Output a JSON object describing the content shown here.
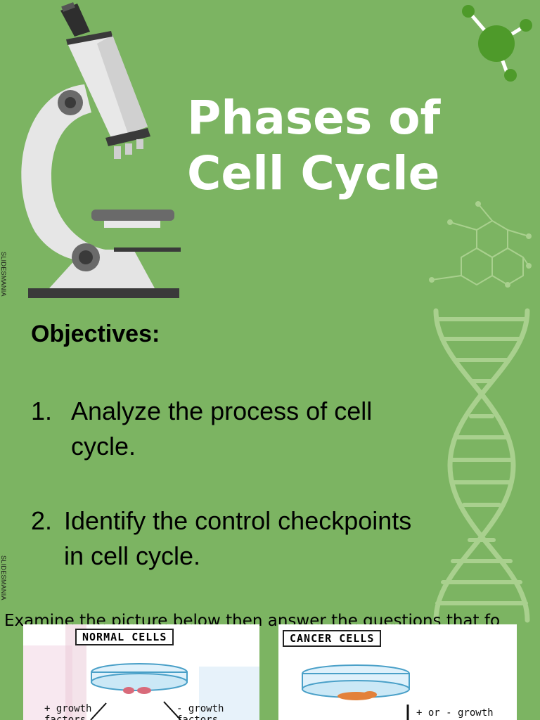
{
  "title": {
    "line1": "Phases of",
    "line2": "Cell Cycle"
  },
  "side_tag": "SLIDESMANIA",
  "objectives": {
    "heading": "Objectives:",
    "items": [
      {
        "num": "1.",
        "text_line1": "Analyze the process of cell",
        "text_line2": "cycle."
      },
      {
        "num": "2.",
        "text_line1": "Identify the control checkpoints",
        "text_line2": "in cell cycle."
      }
    ]
  },
  "instruction": "Examine the picture below then answer the questions that fo",
  "images": {
    "normal": {
      "label": "NORMAL CELLS",
      "left_note": "+ growth factors",
      "right_note": "- growth factors"
    },
    "cancer": {
      "label": "CANCER CELLS",
      "note": "+ or - growth"
    }
  },
  "colors": {
    "background": "#7cb462",
    "title": "#ffffff",
    "dna": "#a9d08e",
    "molecule": "#4e9a2a"
  }
}
